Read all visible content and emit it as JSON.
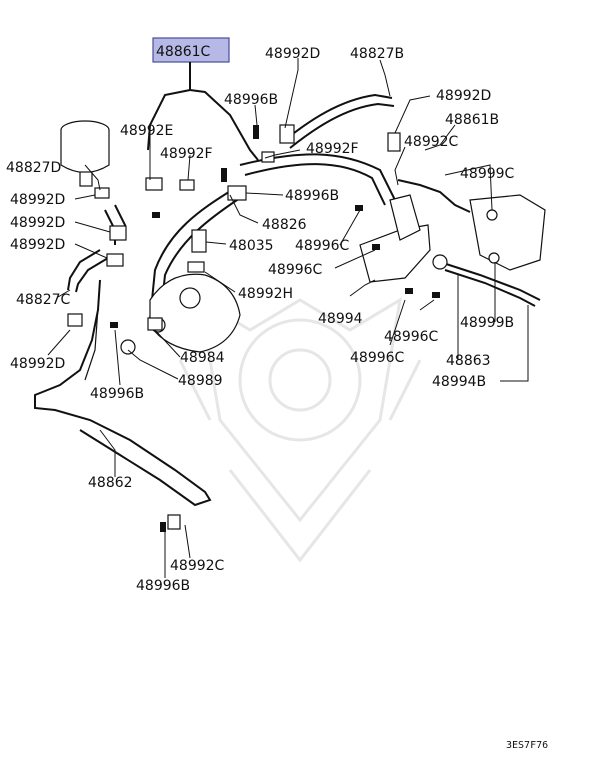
{
  "diagram": {
    "highlight_color": "#b6b8e6",
    "highlight_border": "#4a4e9a",
    "labels": {
      "p48861C": "48861C",
      "p48992D_top": "48992D",
      "p48827B": "48827B",
      "p48996B_top": "48996B",
      "p48992D_right": "48992D",
      "p48861B": "48861B",
      "p48992E": "48992E",
      "p48992C_top": "48992C",
      "p48992F_right": "48992F",
      "p48827D": "48827D",
      "p48992F_left": "48992F",
      "p48999C": "48999C",
      "p48992D_l1": "48992D",
      "p48996B_mid": "48996B",
      "p48992D_l2": "48992D",
      "p48826": "48826",
      "p48992D_l3": "48992D",
      "p48035": "48035",
      "p48996C_1": "48996C",
      "p48996C_2": "48996C",
      "p48992H": "48992H",
      "p48827C": "48827C",
      "p48994": "48994",
      "p48996C_3": "48996C",
      "p48999B": "48999B",
      "p48992D_l4": "48992D",
      "p48984": "48984",
      "p48996C_4": "48996C",
      "p48863": "48863",
      "p48989": "48989",
      "p48994B": "48994B",
      "p48996B_low": "48996B",
      "p48862": "48862",
      "p48992C_bot": "48992C",
      "p48996B_bot": "48996B"
    },
    "figure_code": "3ES7F76"
  }
}
